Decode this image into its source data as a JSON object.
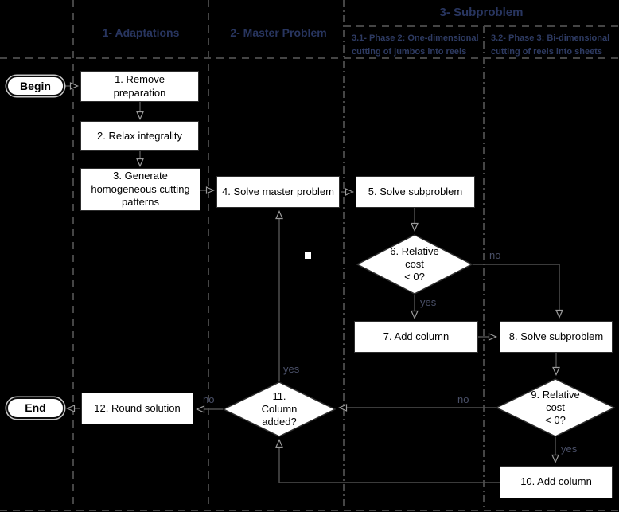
{
  "lanes": {
    "adaptations": "1- Adaptations",
    "master_problem": "2- Master Problem",
    "subproblem": "3- Subproblem",
    "subproblem_phase2": "3.1- Phase 2: One-dimensional\ncutting of jumbos into reels",
    "subproblem_phase3": "3.2- Phase 3: Bi-dimensional\ncutting of reels into sheets"
  },
  "nodes": {
    "begin": "Begin",
    "step1": "1. Remove\npreparation",
    "step2": "2. Relax integrality",
    "step3": "3. Generate\nhomogeneous cutting\npatterns",
    "step4": "4. Solve master problem",
    "step5": "5. Solve subproblem",
    "step6": "6. Relative\ncost\n< 0?",
    "step7": "7. Add column",
    "step8": "8. Solve subproblem",
    "step9": "9. Relative\ncost\n< 0?",
    "step10": "10. Add column",
    "step11": "11.\nColumn\nadded?",
    "step12": "12. Round solution",
    "end": "End"
  },
  "edge_labels": {
    "d6_yes": "yes",
    "d6_no": "no",
    "d9_yes": "yes",
    "d9_no": "no",
    "d11_yes": "yes",
    "d11_no": "no"
  },
  "colors": {
    "background": "#000000",
    "shape_fill": "#ffffff",
    "shape_border": "#2e2e2e",
    "shape_text": "#000000",
    "lane_line": "#454545",
    "lane_title": "#28355f",
    "edge_line": "#4f4f4f",
    "edge_label": "#4a5068"
  }
}
